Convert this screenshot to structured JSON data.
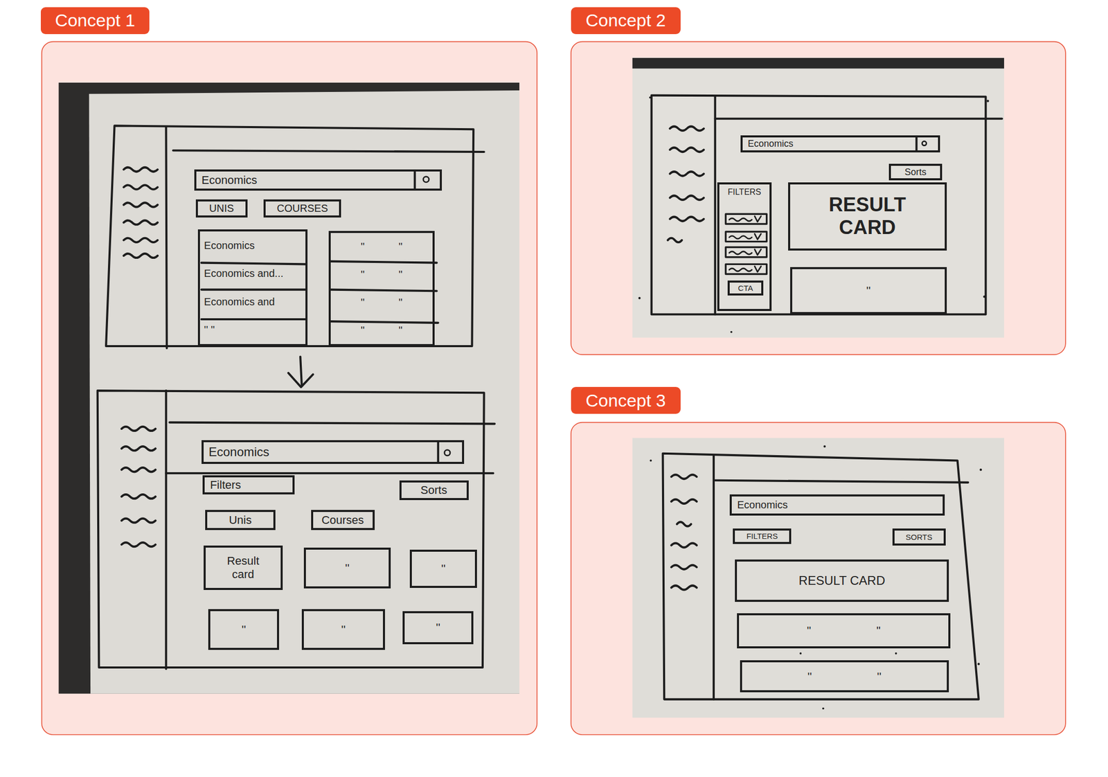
{
  "diagram": {
    "nodes": [
      {
        "text": [
          "Concept 1"
        ]
      },
      {
        "text": [
          "Economics"
        ]
      },
      {
        "text": [
          "UNIS"
        ]
      },
      {
        "text": [
          "COURSES"
        ]
      },
      {
        "text": [
          "Economics",
          "Economics and...",
          "Economics and",
          "'' ''"
        ]
      },
      {
        "text": [
          "'' ''",
          "'' ''",
          "'' ''",
          "'' ''"
        ]
      },
      {
        "text": [
          "Economics"
        ]
      },
      {
        "text": [
          "Filters"
        ]
      },
      {
        "text": [
          "Sorts"
        ]
      },
      {
        "text": [
          "Unis"
        ]
      },
      {
        "text": [
          "Courses"
        ]
      },
      {
        "text": [
          "Result card"
        ]
      },
      {
        "text": [
          "''"
        ]
      },
      {
        "text": [
          "''"
        ]
      },
      {
        "text": [
          "''"
        ]
      },
      {
        "text": [
          "''"
        ]
      },
      {
        "text": [
          "''"
        ]
      },
      {
        "text": [
          "Concept 2"
        ]
      },
      {
        "text": [
          "Economics"
        ]
      },
      {
        "text": [
          "Sorts"
        ]
      },
      {
        "text": [
          "FILTERS"
        ]
      },
      {
        "text": [
          "CTA"
        ],
        "in": 20
      },
      {
        "text": [
          "RESULT CARD"
        ]
      },
      {
        "text": [
          "''"
        ]
      },
      {
        "text": [
          "Concept 3"
        ]
      },
      {
        "text": [
          "Economics"
        ]
      },
      {
        "text": [
          "FILTERS"
        ]
      },
      {
        "text": [
          "SORTS"
        ]
      },
      {
        "text": [
          "RESULT CARD"
        ]
      },
      {
        "text": [
          "'' ''"
        ]
      },
      {
        "text": [
          "'' ''"
        ]
      }
    ]
  }
}
